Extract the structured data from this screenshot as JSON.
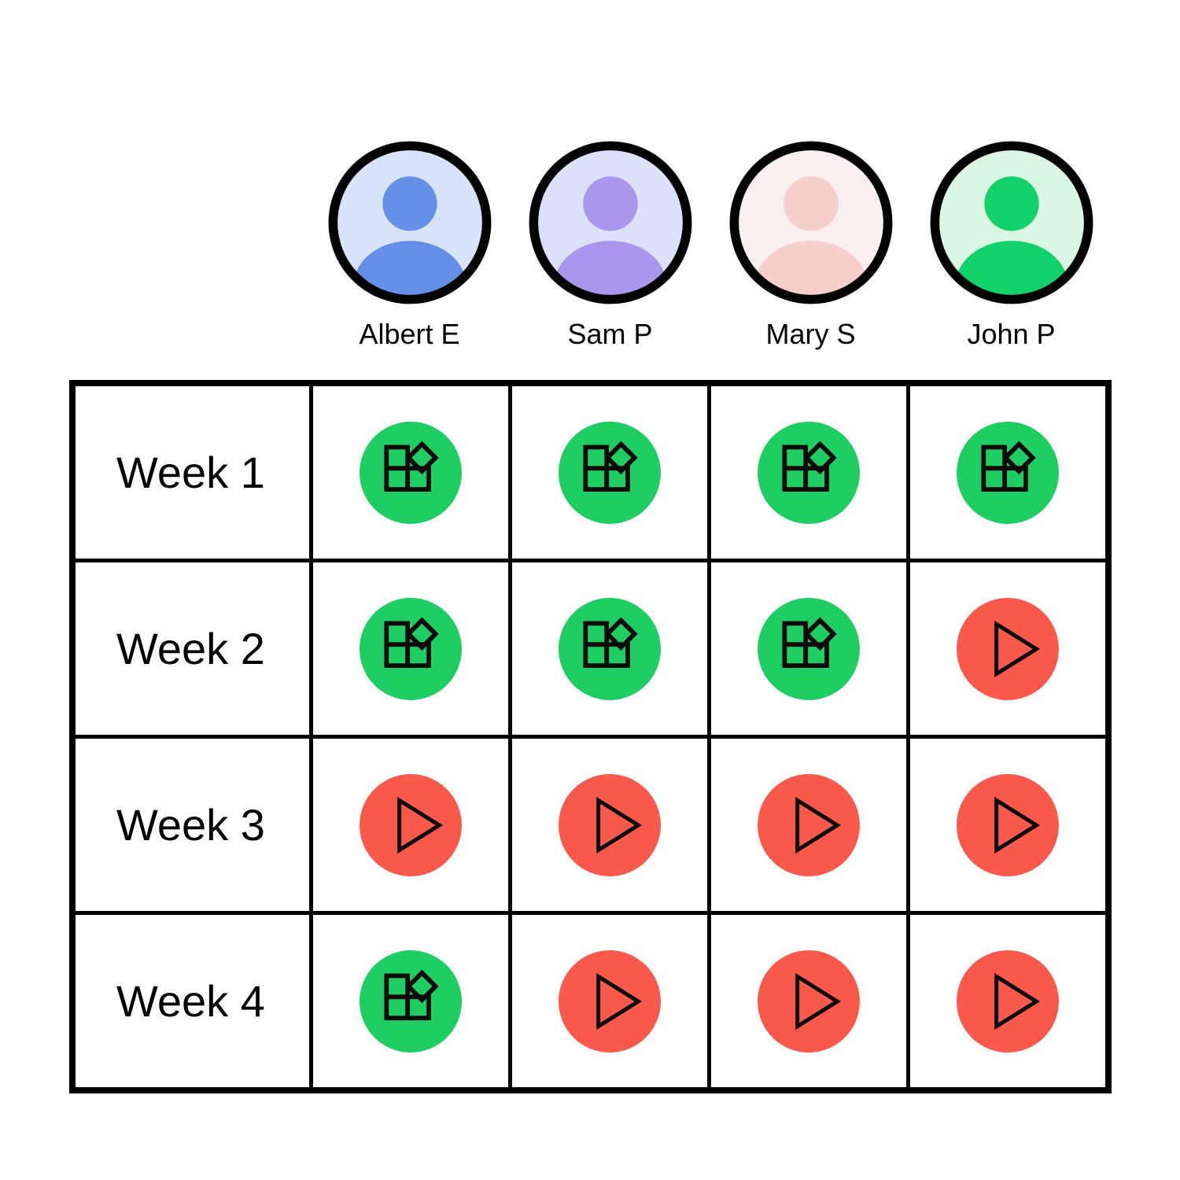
{
  "board": {
    "people": [
      {
        "name": "Albert E",
        "avatar": {
          "icon": "person-icon",
          "bg": "#D8E2F8",
          "fg": "#6590E8",
          "outline": "#000000"
        }
      },
      {
        "name": "Sam P",
        "avatar": {
          "icon": "person-icon",
          "bg": "#DBE1F9",
          "fg": "#AA96EC",
          "outline": "#000000"
        }
      },
      {
        "name": "Mary S",
        "avatar": {
          "icon": "person-icon",
          "bg": "#F9EFEF",
          "fg": "#F6CECC",
          "outline": "#000000"
        }
      },
      {
        "name": "John P",
        "avatar": {
          "icon": "person-icon",
          "bg": "#D9F7E3",
          "fg": "#12D06A",
          "outline": "#000000"
        }
      }
    ],
    "weeks": [
      "Week 1",
      "Week 2",
      "Week 3",
      "Week 4"
    ],
    "statuses": [
      [
        "blocks",
        "blocks",
        "blocks",
        "blocks"
      ],
      [
        "blocks",
        "blocks",
        "blocks",
        "play"
      ],
      [
        "play",
        "play",
        "play",
        "play"
      ],
      [
        "blocks",
        "play",
        "play",
        "play"
      ]
    ],
    "status_styles": {
      "blocks": {
        "color": "#1FCE62",
        "icon": "blocks-icon",
        "icon_stroke": "#0B0B0B"
      },
      "play": {
        "color": "#F9594A",
        "icon": "play-icon",
        "icon_stroke": "#0B0B0B"
      }
    },
    "colors": {
      "grid_line": "#000000",
      "cell_background": "#FFFFFF",
      "page_background": "#FFFFFF",
      "text": "#000000"
    }
  }
}
